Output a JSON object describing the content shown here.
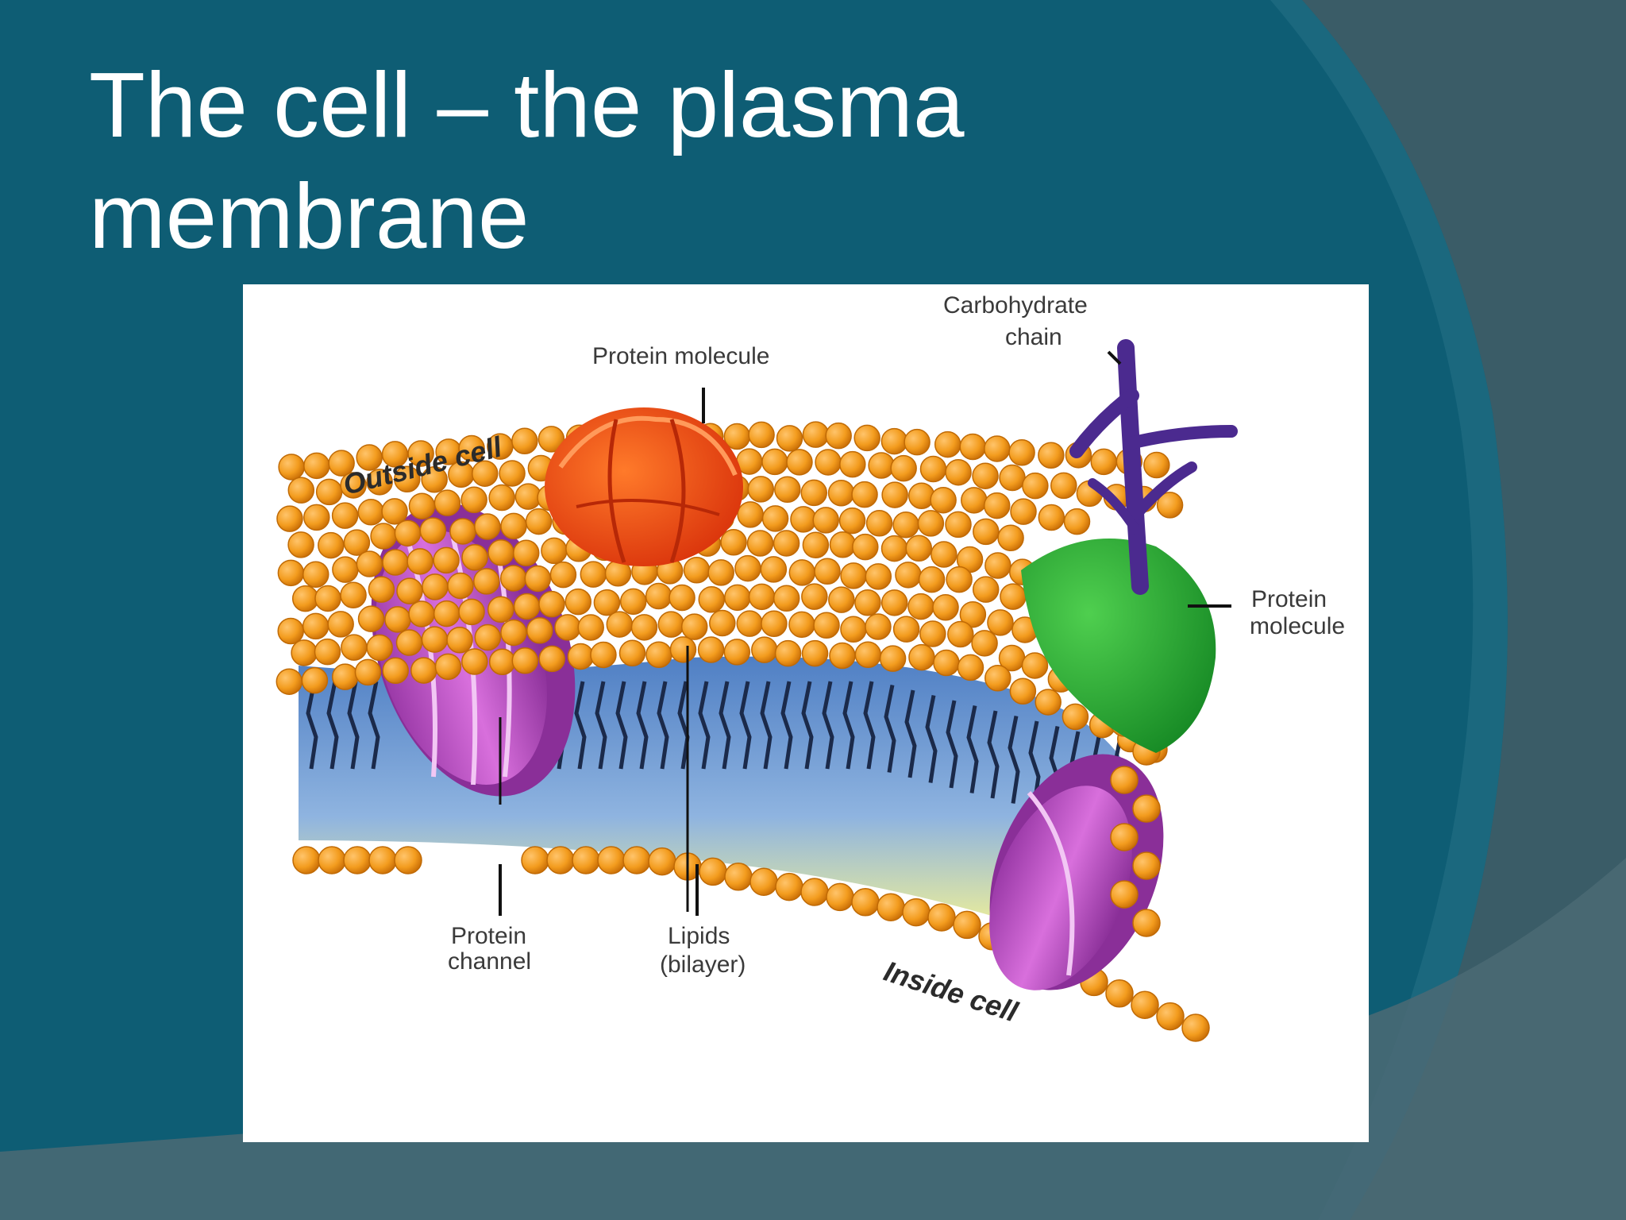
{
  "slide": {
    "title_line1": "The cell – the plasma",
    "title_line2": "membrane"
  },
  "diagram": {
    "labels": {
      "protein_molecule_top": "Protein molecule",
      "carbohydrate_chain_1": "Carbohydrate",
      "carbohydrate_chain_2": "chain",
      "outside_cell": "Outside cell",
      "protein_molecule_right_1": "Protein",
      "protein_molecule_right_2": "molecule",
      "protein_channel_1": "Protein",
      "protein_channel_2": "channel",
      "lipids_bilayer_1": "Lipids",
      "lipids_bilayer_2": "(bilayer)",
      "inside_cell": "Inside cell"
    }
  },
  "colors": {
    "background": "#0e5d74",
    "phospholipid_head": "#f39c1e",
    "protein_top": "#ef4b12",
    "protein_right": "#2aa83a",
    "protein_channel": "#b04ab8",
    "carbohydrate_chain": "#4b2a8f",
    "bilayer_blue": "#5f8fd0",
    "bilayer_yellow": "#e9ec9c"
  }
}
